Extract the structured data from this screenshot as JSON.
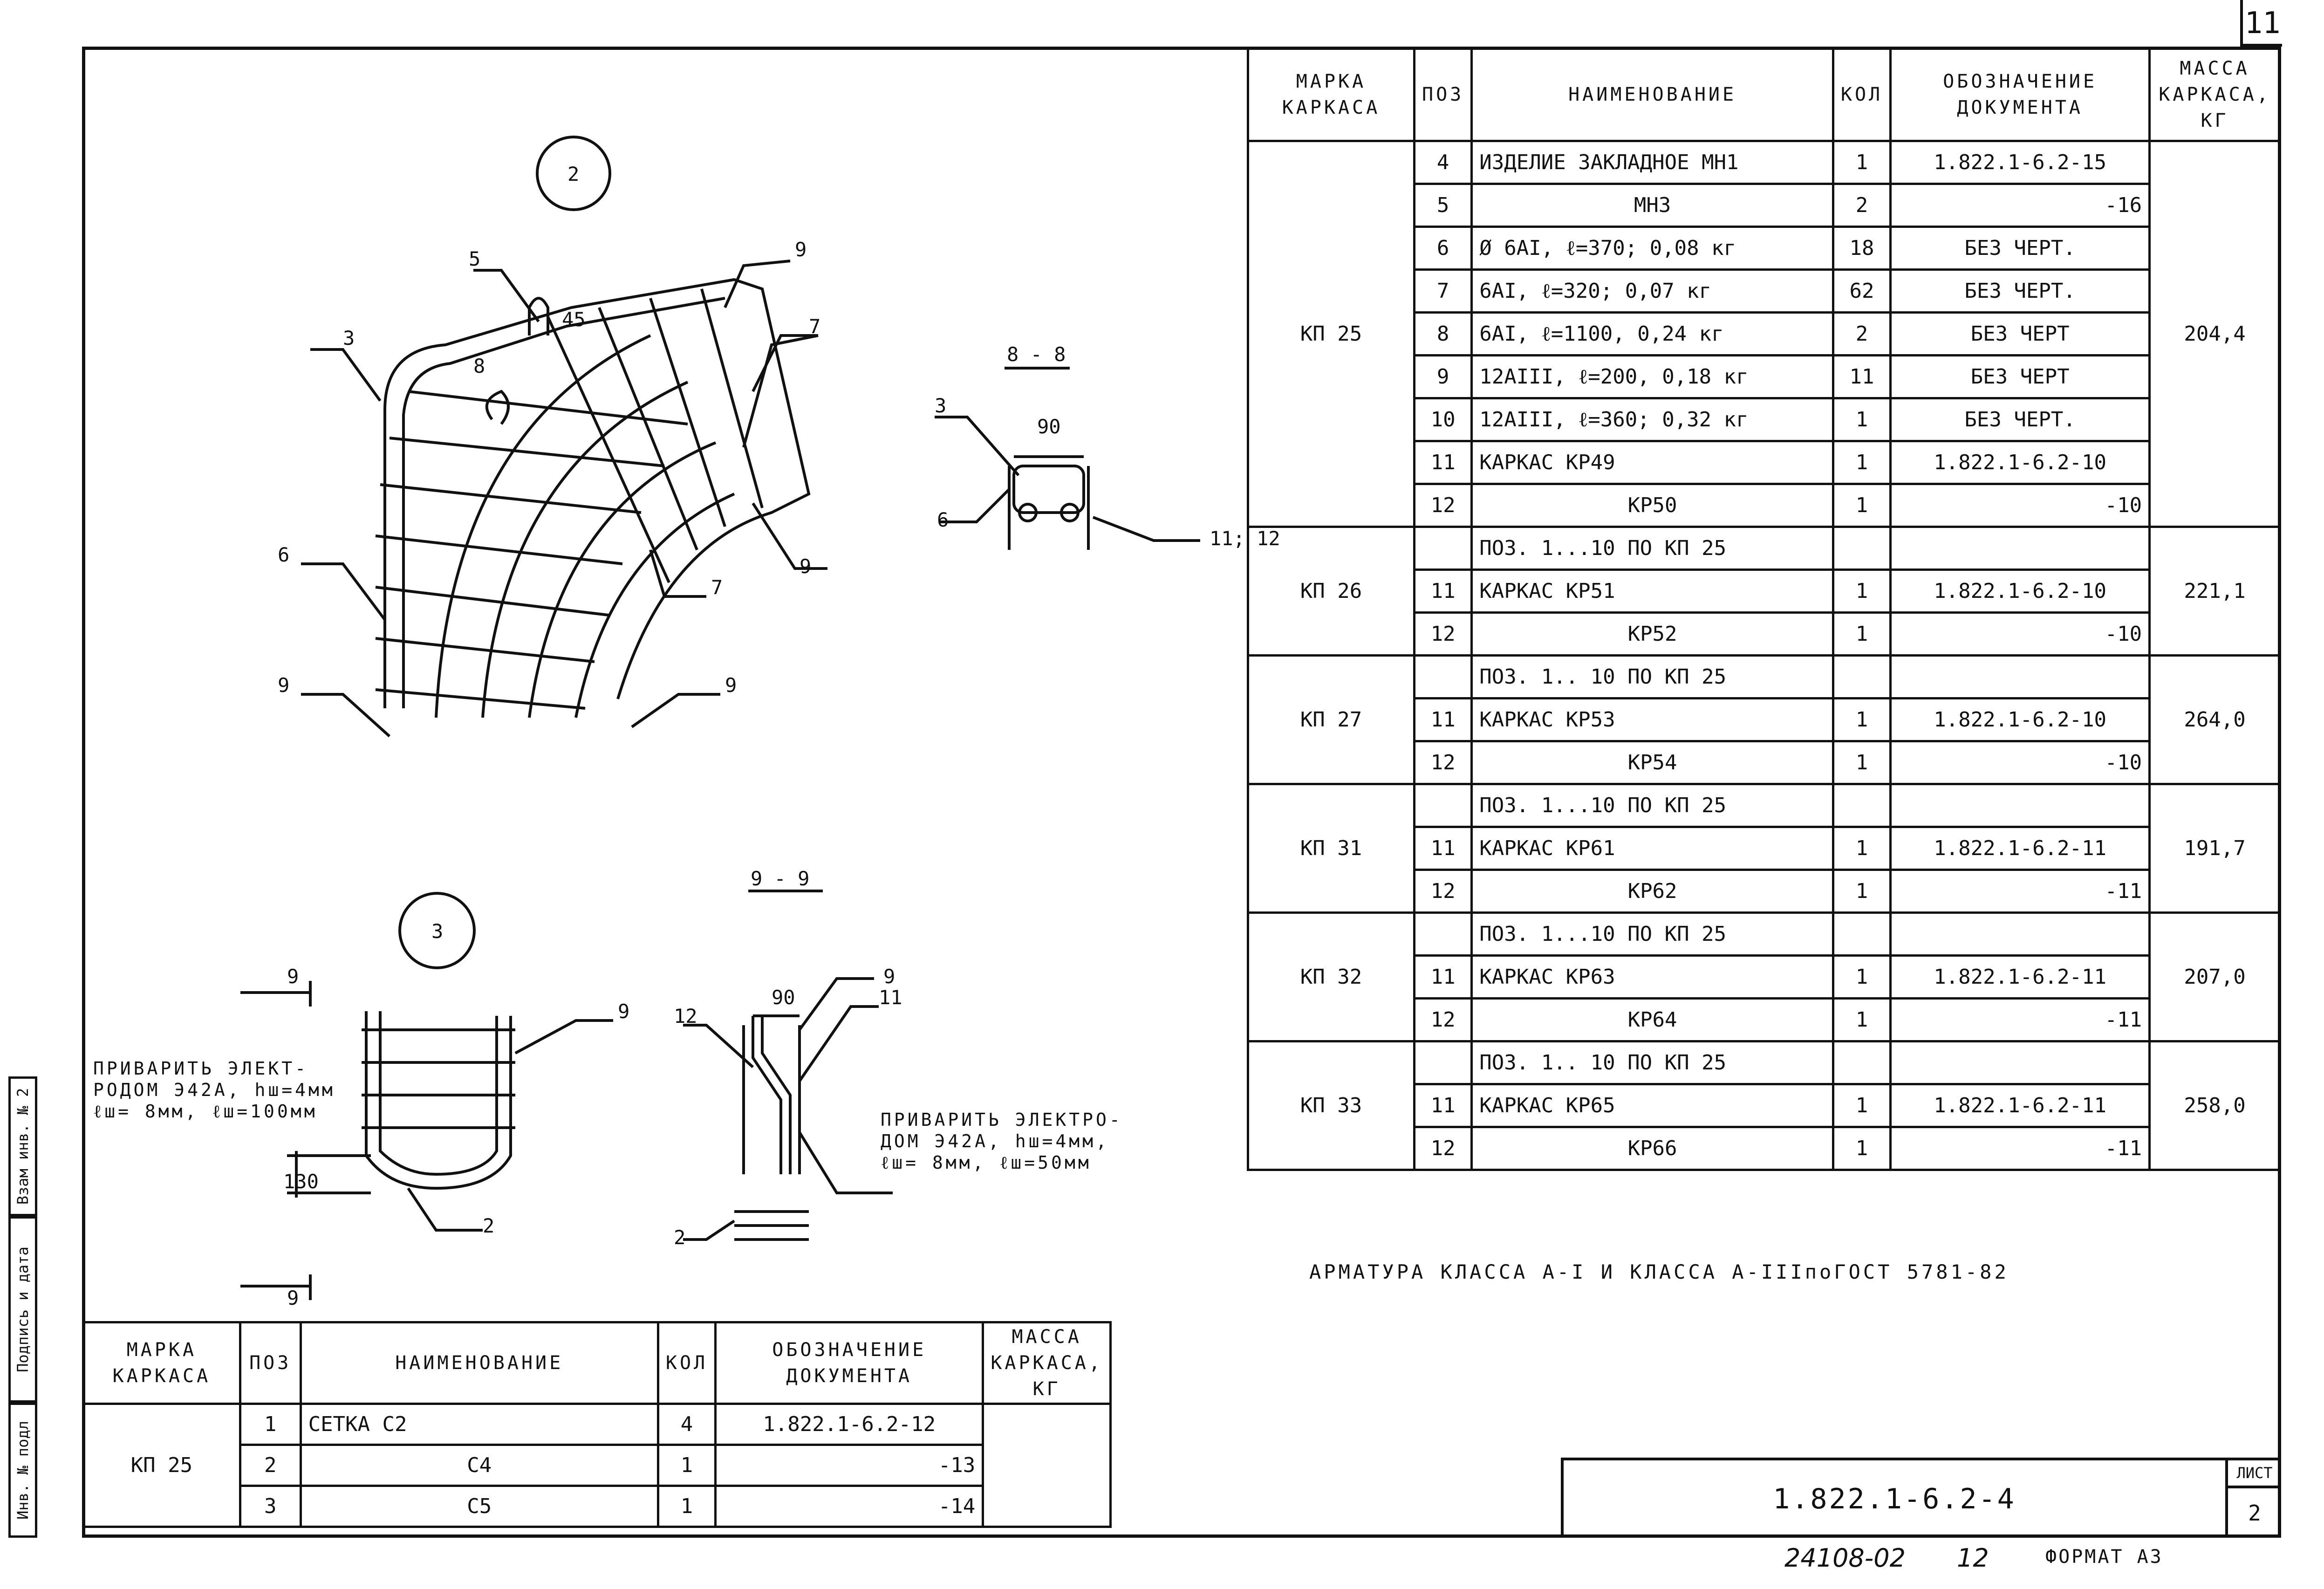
{
  "sheet_number_corner": "11",
  "main_table": {
    "headers": [
      "МАРКА КАРКАСА",
      "ПОЗ",
      "НАИМЕНОВАНИЕ",
      "КОЛ",
      "ОБОЗНАЧЕНИЕ ДОКУМЕНТА",
      "МАССА КАРКАСА, КГ"
    ],
    "groups": [
      {
        "mark": "КП 25",
        "mass": "204,4",
        "rows": [
          {
            "pos": "4",
            "name": "ИЗДЕЛИЕ ЗАКЛАДНОЕ МН1",
            "qty": "1",
            "doc": "1.822.1-6.2-15"
          },
          {
            "pos": "5",
            "name": "МН3",
            "qty": "2",
            "doc": "-16"
          },
          {
            "pos": "6",
            "name": "Ø 6AI, ℓ=370; 0,08 кг",
            "qty": "18",
            "doc": "БЕЗ ЧЕРТ."
          },
          {
            "pos": "7",
            "name": "6AI, ℓ=320; 0,07 кг",
            "qty": "62",
            "doc": "БЕЗ ЧЕРТ."
          },
          {
            "pos": "8",
            "name": "6AI, ℓ=1100, 0,24 кг",
            "qty": "2",
            "doc": "БЕЗ ЧЕРТ"
          },
          {
            "pos": "9",
            "name": "12AIII, ℓ=200, 0,18 кг",
            "qty": "11",
            "doc": "БЕЗ ЧЕРТ"
          },
          {
            "pos": "10",
            "name": "12AIII, ℓ=360; 0,32 кг",
            "qty": "1",
            "doc": "БЕЗ ЧЕРТ."
          },
          {
            "pos": "11",
            "name": "КАРКАС КР49",
            "qty": "1",
            "doc": "1.822.1-6.2-10"
          },
          {
            "pos": "12",
            "name": "КР50",
            "qty": "1",
            "doc": "-10"
          }
        ]
      },
      {
        "mark": "КП 26",
        "mass": "221,1",
        "rows": [
          {
            "pos": "",
            "name": "ПОЗ. 1...10 ПО КП 25",
            "qty": "",
            "doc": ""
          },
          {
            "pos": "11",
            "name": "КАРКАС КР51",
            "qty": "1",
            "doc": "1.822.1-6.2-10"
          },
          {
            "pos": "12",
            "name": "КР52",
            "qty": "1",
            "doc": "-10"
          }
        ]
      },
      {
        "mark": "КП 27",
        "mass": "264,0",
        "rows": [
          {
            "pos": "",
            "name": "ПОЗ. 1.. 10 ПО КП 25",
            "qty": "",
            "doc": ""
          },
          {
            "pos": "11",
            "name": "КАРКАС КР53",
            "qty": "1",
            "doc": "1.822.1-6.2-10"
          },
          {
            "pos": "12",
            "name": "КР54",
            "qty": "1",
            "doc": "-10"
          }
        ]
      },
      {
        "mark": "КП 31",
        "mass": "191,7",
        "rows": [
          {
            "pos": "",
            "name": "ПОЗ. 1...10 ПО КП 25",
            "qty": "",
            "doc": ""
          },
          {
            "pos": "11",
            "name": "КАРКАС КР61",
            "qty": "1",
            "doc": "1.822.1-6.2-11"
          },
          {
            "pos": "12",
            "name": "КР62",
            "qty": "1",
            "doc": "-11"
          }
        ]
      },
      {
        "mark": "КП 32",
        "mass": "207,0",
        "rows": [
          {
            "pos": "",
            "name": "ПОЗ. 1...10 ПО КП 25",
            "qty": "",
            "doc": ""
          },
          {
            "pos": "11",
            "name": "КАРКАС КР63",
            "qty": "1",
            "doc": "1.822.1-6.2-11"
          },
          {
            "pos": "12",
            "name": "КР64",
            "qty": "1",
            "doc": "-11"
          }
        ]
      },
      {
        "mark": "КП 33",
        "mass": "258,0",
        "rows": [
          {
            "pos": "",
            "name": "ПОЗ. 1.. 10 ПО КП 25",
            "qty": "",
            "doc": ""
          },
          {
            "pos": "11",
            "name": "КАРКАС КР65",
            "qty": "1",
            "doc": "1.822.1-6.2-11"
          },
          {
            "pos": "12",
            "name": "КР66",
            "qty": "1",
            "doc": "-11"
          }
        ]
      }
    ]
  },
  "bottom_table": {
    "headers": [
      "МАРКА КАРКАСА",
      "ПОЗ",
      "НАИМЕНОВАНИЕ",
      "КОЛ",
      "ОБОЗНАЧЕНИЕ ДОКУМЕНТА",
      "МАССА КАРКАСА, КГ"
    ],
    "mark": "КП 25",
    "rows": [
      {
        "pos": "1",
        "name": "СЕТКА С2",
        "qty": "4",
        "doc": "1.822.1-6.2-12"
      },
      {
        "pos": "2",
        "name": "С4",
        "qty": "1",
        "doc": "-13"
      },
      {
        "pos": "3",
        "name": "С5",
        "qty": "1",
        "doc": "-14"
      }
    ]
  },
  "rebar_note": "АРМАТУРА КЛАССА А-I И КЛАССА А-IIIпоГОСТ 5781-82",
  "drawing": {
    "node2": "2",
    "node3": "3",
    "section_8": "8 - 8",
    "section_9": "9 - 9",
    "weld_note_left": [
      "ПРИВАРИТЬ ЭЛЕКТ-",
      "РОДОМ Э42А, hш=4мм",
      "ℓш= 8мм, ℓш=100мм"
    ],
    "weld_note_right": [
      "ПРИВАРИТЬ ЭЛЕКТРО-",
      "ДОМ Э42А, hш=4мм,",
      "ℓш= 8мм, ℓш=50мм"
    ],
    "callouts": [
      "2",
      "3",
      "5",
      "6",
      "7",
      "8",
      "9",
      "11",
      "12",
      "45",
      "90",
      "130",
      "11; 12"
    ]
  },
  "side_stamp": [
    "Взам инв. № 2",
    "Подпись и дата",
    "Инв. № подл"
  ],
  "title_block": {
    "code": "1.822.1-6.2-4",
    "sheet_label": "ЛИСТ",
    "sheet_no": "2"
  },
  "footer": {
    "archive_no": "24108-02",
    "page": "12",
    "format": "ФОРМАТ А3"
  }
}
